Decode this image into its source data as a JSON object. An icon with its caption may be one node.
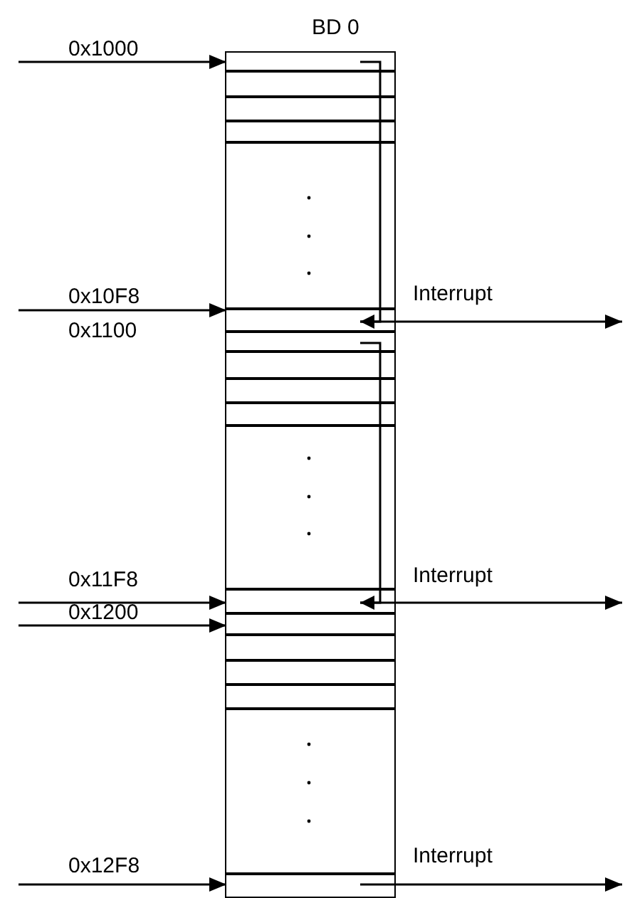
{
  "diagram": {
    "nodes": [
      {
        "text": [
          "BD 0"
        ]
      },
      {
        "text": [],
        "shape": "box",
        "in": 0
      },
      {
        "text": [],
        "shape": "box",
        "in": 0
      },
      {
        "text": [],
        "shape": "box",
        "in": 0
      },
      {
        "text": [],
        "shape": "box",
        "in": 0
      },
      {
        "text": [],
        "shape": "box",
        "in": 0
      },
      {
        "text": [],
        "shape": "box",
        "in": 0
      },
      {
        "text": [],
        "shape": "box",
        "in": 0
      },
      {
        "text": [],
        "shape": "box",
        "in": 0
      },
      {
        "text": [],
        "shape": "box",
        "in": 0
      },
      {
        "text": [],
        "shape": "box",
        "in": 0
      },
      {
        "text": [],
        "shape": "box",
        "in": 0
      },
      {
        "text": [],
        "shape": "box",
        "in": 0
      },
      {
        "text": [],
        "shape": "box",
        "in": 0
      },
      {
        "text": [],
        "shape": "box",
        "in": 0
      },
      {
        "text": [],
        "shape": "box",
        "in": 0
      },
      {
        "text": [],
        "shape": "box",
        "in": 0
      },
      {
        "text": [],
        "shape": "box",
        "in": 0
      },
      {
        "text": [],
        "shape": "box",
        "in": 0
      }
    ],
    "edges": [
      {
        "from": null,
        "to": 1,
        "arrow": "to",
        "label": "0x1000"
      },
      {
        "from": null,
        "to": 6,
        "arrow": "to",
        "label": "0x10F8"
      },
      {
        "from": 6,
        "to": null,
        "arrow": "to",
        "label": "Interrupt"
      },
      {
        "from": null,
        "to": 12,
        "arrow": "to",
        "label": "0x11F8"
      },
      {
        "from": 12,
        "to": null,
        "arrow": "to",
        "label": "Interrupt"
      },
      {
        "from": null,
        "to": 13,
        "arrow": "to",
        "label": "0x1200"
      },
      {
        "from": null,
        "to": 18,
        "arrow": "to",
        "label": "0x12F8"
      },
      {
        "from": 18,
        "to": null,
        "arrow": "to",
        "label": "Interrupt"
      },
      {
        "from": 1,
        "to": 6,
        "arrow": "to"
      },
      {
        "from": 7,
        "to": 12,
        "arrow": "to"
      }
    ],
    "labels": [
      "0x1100"
    ]
  }
}
